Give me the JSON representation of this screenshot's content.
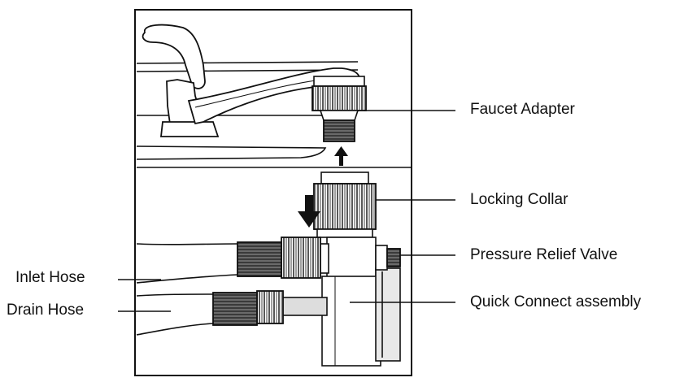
{
  "labels": {
    "faucet_adapter": "Faucet Adapter",
    "locking_collar": "Locking Collar",
    "pressure_relief_valve": "Pressure Relief Valve",
    "quick_connect_assembly": "Quick Connect assembly",
    "inlet_hose": "Inlet Hose",
    "drain_hose": "Drain Hose"
  },
  "colors": {
    "line": "#111111",
    "part_fill": "#ffffff",
    "thread_fill": "#4a4a4a",
    "shade": "#cfcfcf"
  }
}
